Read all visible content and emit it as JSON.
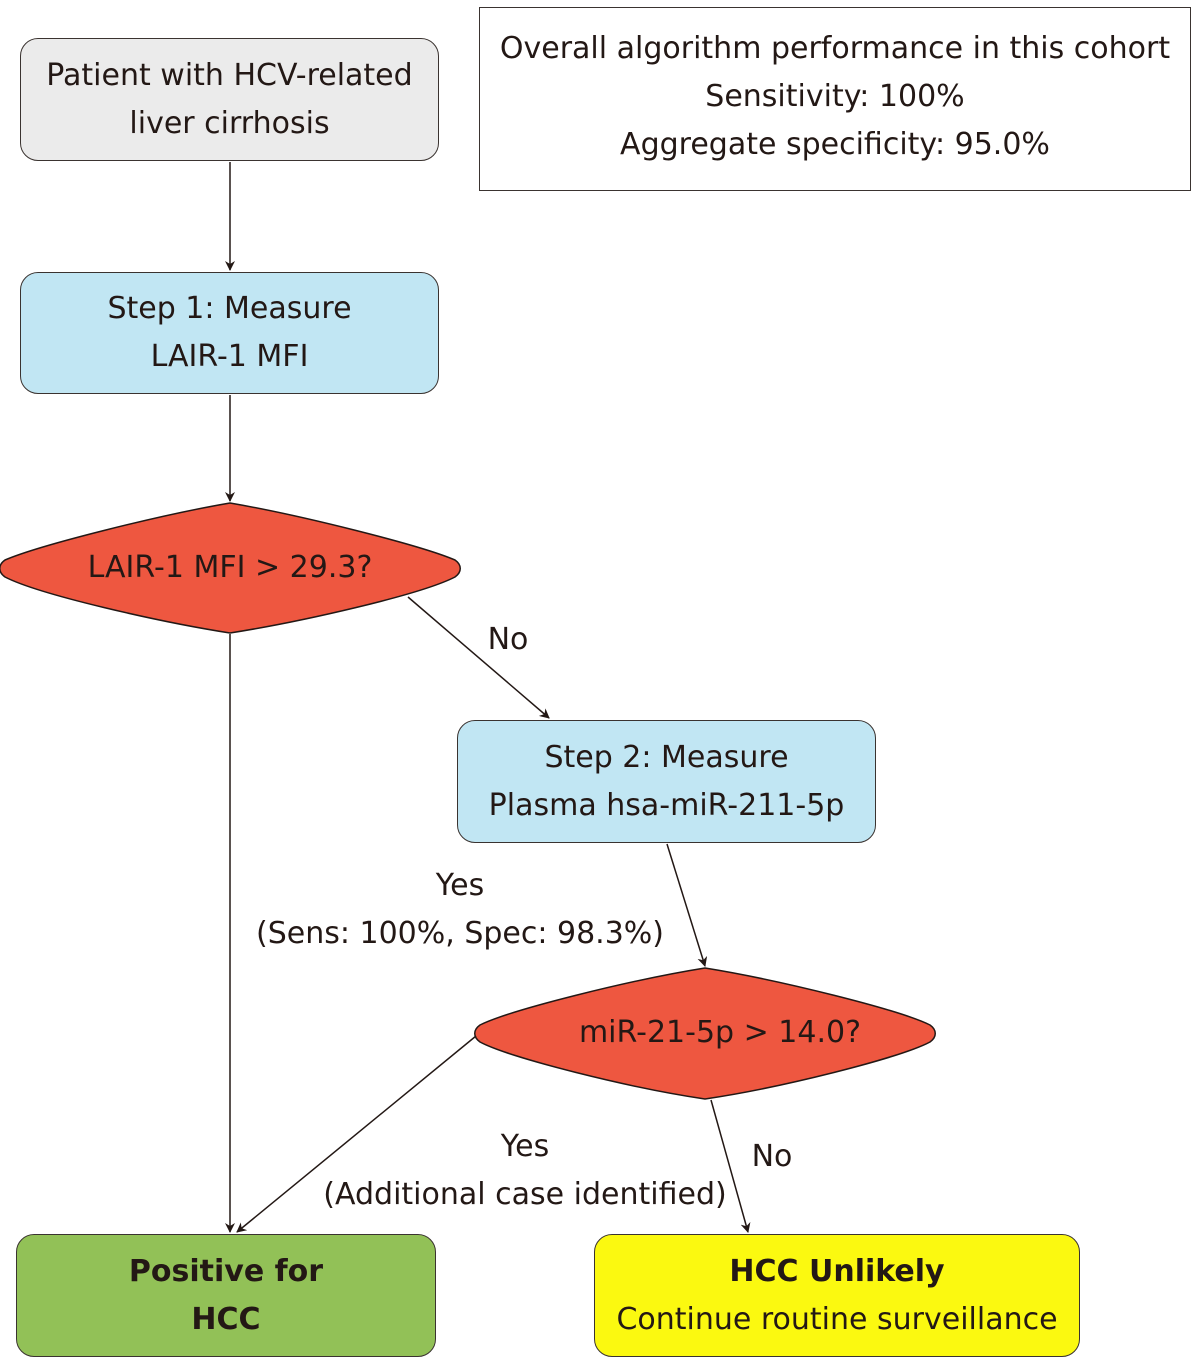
{
  "summary": {
    "title": "Overall algorithm performance in this cohort",
    "sensitivity": "Sensitivity: 100%",
    "specificity": "Aggregate specificity: 95.0%"
  },
  "nodes": {
    "start": {
      "line1": "Patient with HCV-related",
      "line2": "liver cirrhosis"
    },
    "step1": {
      "line1": "Step 1: Measure",
      "line2": "LAIR-1 MFI"
    },
    "decision1": {
      "label": "LAIR-1 MFI > 29.3?"
    },
    "step2": {
      "line1": "Step 2: Measure",
      "line2": "Plasma hsa-miR-211-5p"
    },
    "decision2": {
      "label": "miR-21-5p > 14.0?"
    },
    "positive": {
      "line1": "Positive for",
      "line2": "HCC"
    },
    "unlikely": {
      "line1": "HCC Unlikely",
      "line2": "Continue routine surveillance"
    }
  },
  "edges": {
    "d1_no": "No",
    "d1_yes_line1": "Yes",
    "d1_yes_line2": "(Sens: 100%, Spec: 98.3%)",
    "d2_yes_line1": "Yes",
    "d2_yes_line2": "(Additional case identified)",
    "d2_no": "No"
  },
  "colors": {
    "start": "#ebebeb",
    "step": "#c1e6f3",
    "decision": "#ee5740",
    "positive": "#92c157",
    "unlikely": "#fbf910"
  }
}
